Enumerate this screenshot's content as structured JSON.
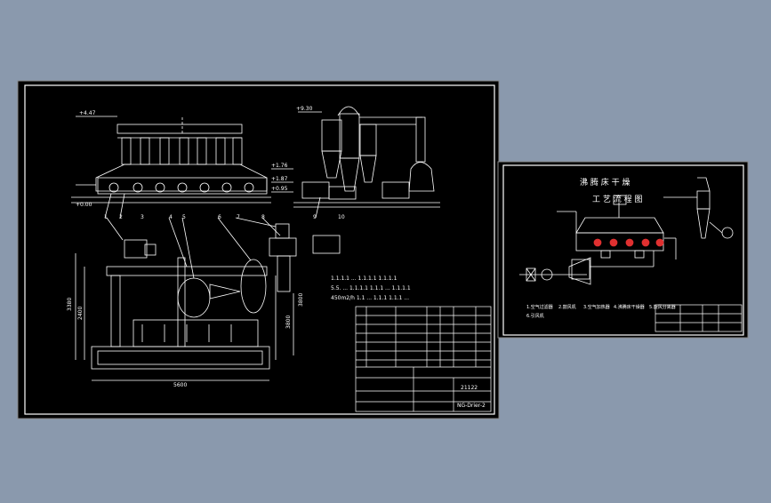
{
  "drawing1": {
    "elevations": {
      "top": "+4.47",
      "right_top": "+9.30",
      "mid1": "+1.76",
      "mid2": "+1.87",
      "low": "+0.95",
      "base": "+0.00"
    },
    "part_numbers": [
      "1",
      "2",
      "3",
      "4",
      "5",
      "6",
      "7",
      "8",
      "9",
      "10"
    ],
    "dims": {
      "width": "5600",
      "height_left": "3380",
      "height_left2": "2400",
      "height_mid": "3800",
      "height_right": "3800"
    },
    "notes": [
      "1.1.1.1 ... 1.1.1.1 1.1.1.1",
      "5.5. ... 1.1.1.1 1.1.1 ... 1.1.1.1",
      "450m2/h 1.1 ... 1.1.1 1.1.1 ..."
    ],
    "title_block": {
      "code": "21122",
      "name": "NG-Drier-2"
    }
  },
  "drawing2": {
    "title": "沸 腾 床 干 燥",
    "subtitle": "工 艺 流 程 图",
    "legend": [
      "1.空气过滤器",
      "2.鼓风机",
      "3.空气加热器",
      "4.沸腾床干燥器",
      "5.旋风分离器",
      "6.引风机"
    ]
  },
  "colors": {
    "background": "#8a99ad",
    "sheet": "#000000",
    "line": "#ffffff"
  }
}
